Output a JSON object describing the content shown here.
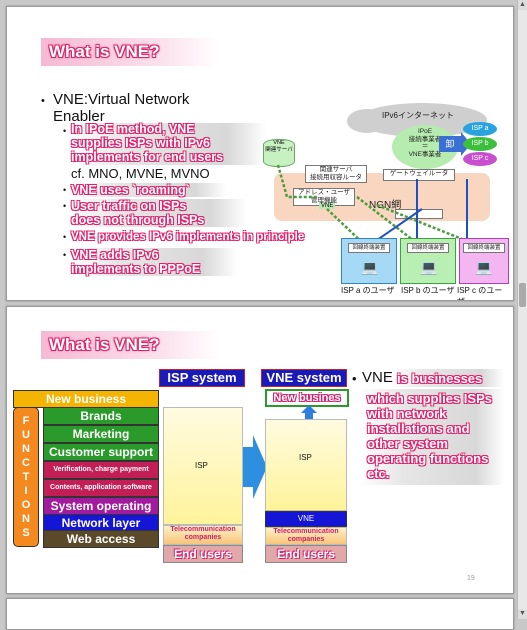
{
  "slide1": {
    "title": "What is VNE?",
    "main_bullet": "VNE:Virtual Network",
    "main_bullet_cont": "Enabler",
    "sub1_line1": "In IPoE method, VNE",
    "sub1_line2": "supplies ISPs with IPv6",
    "sub1_line3": "implements for end users",
    "cf_line": "cf. MNO, MVNE, MVNO",
    "sub2": "VNE uses `roaming`",
    "sub3_line1": "User traffic on ISPs",
    "sub3_line2": "does not through ISPs",
    "sub4": "VNE provides IPv6 implements in principle",
    "sub5_line1": "VNE adds IPv6",
    "sub5_line2": "implements to PPPoE",
    "diagram": {
      "cloud_label": "IPv6インターネット",
      "ipoe_line1": "IPoE",
      "ipoe_line2": "接続事業者",
      "ipoe_line3": "＝",
      "ipoe_line4": "VNE事業者",
      "wholesale": "卸",
      "isp_a": "ISP a",
      "isp_b": "ISP b",
      "isp_c": "ISP c",
      "vne_server_line1": "VNE",
      "vne_server_line2": "関連サーバ",
      "relay_line1": "関連サーバ",
      "relay_line2": "接続用収容ルータ",
      "gateway": "ゲートウェイルータ",
      "addr_line1": "アドレス・ユーザ",
      "addr_line2": "管理機能",
      "vne_small": "VNE",
      "ngn": "NGN網",
      "term1": "回線終端装置",
      "term2": "回線終端装置",
      "term3": "回線終端装置",
      "user_a": "ISP a のユーザ",
      "user_b": "ISP b のユーザ",
      "user_c": "ISP c のユーザ",
      "colors": {
        "isp_a": "#29a3e0",
        "isp_b": "#3cbf3c",
        "isp_c": "#c94fd1",
        "ngn": "#f8d6bf"
      }
    }
  },
  "slide2": {
    "title": "What is VNE?",
    "isp_system": "ISP system",
    "vne_system": "VNE system",
    "new_business": "New business",
    "brands": "Brands",
    "marketing": "Marketing",
    "customer_support": "Customer support",
    "verification": "Verification, charge payment",
    "contents": "Contents, application software",
    "system_operating": "System operating",
    "network_layer": "Network layer",
    "web_access": "Web access",
    "functions_letters": [
      "F",
      "U",
      "N",
      "C",
      "T",
      "I",
      "O",
      "N",
      "S"
    ],
    "isp_block": "ISP",
    "isp_block2": "ISP",
    "new_busines_right": "New busines",
    "vne_block": "VNE",
    "telecom1_line1": "Telecommunication",
    "telecom1_line2": "companies",
    "telecom2_line1": "Telecommunication",
    "telecom2_line2": "companies",
    "end_users1": "End users",
    "end_users2": "End users",
    "bullet_vne": "VNE",
    "bullet_is": "is businesses",
    "desc_line1": "which supplies ISPs",
    "desc_line2": "with network",
    "desc_line3": "installations and",
    "desc_line4": "other system",
    "desc_line5": "operating functions",
    "desc_line6": "etc.",
    "page_number": "19"
  }
}
